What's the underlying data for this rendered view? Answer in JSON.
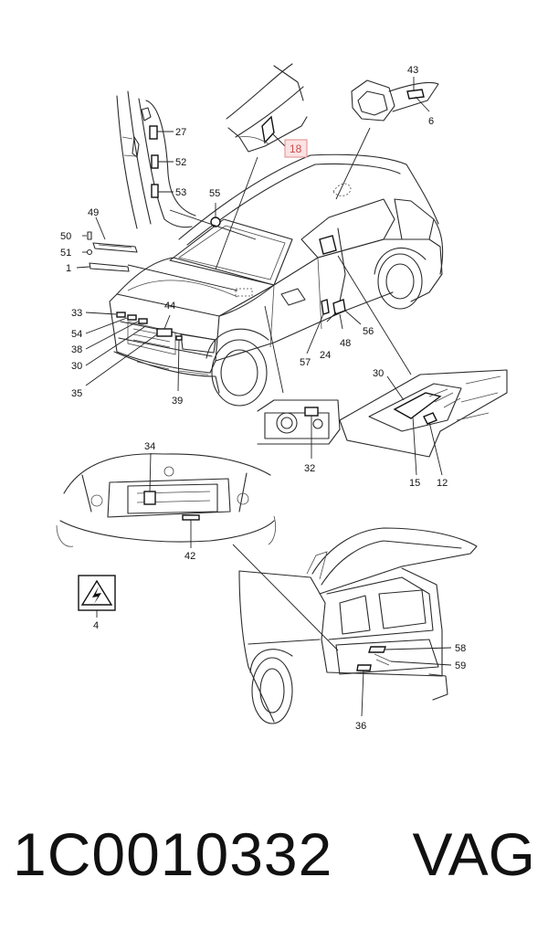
{
  "diagram": {
    "callouts": {
      "c1": "1",
      "c4": "4",
      "c6": "6",
      "c12": "12",
      "c15": "15",
      "c18": "18",
      "c24": "24",
      "c27": "27",
      "c30a": "30",
      "c30b": "30",
      "c32": "32",
      "c33": "33",
      "c34": "34",
      "c35": "35",
      "c36": "36",
      "c38": "38",
      "c39": "39",
      "c42": "42",
      "c43": "43",
      "c44": "44",
      "c48": "48",
      "c49": "49",
      "c50": "50",
      "c51": "51",
      "c52": "52",
      "c53": "53",
      "c54": "54",
      "c55": "55",
      "c56": "56",
      "c57": "57",
      "c58": "58",
      "c59": "59"
    },
    "highlight_color": "#e08a8a",
    "warning_symbol": "high-voltage-warning-icon"
  },
  "footer": {
    "part_number": "1C0010332",
    "brand": "VAG"
  }
}
